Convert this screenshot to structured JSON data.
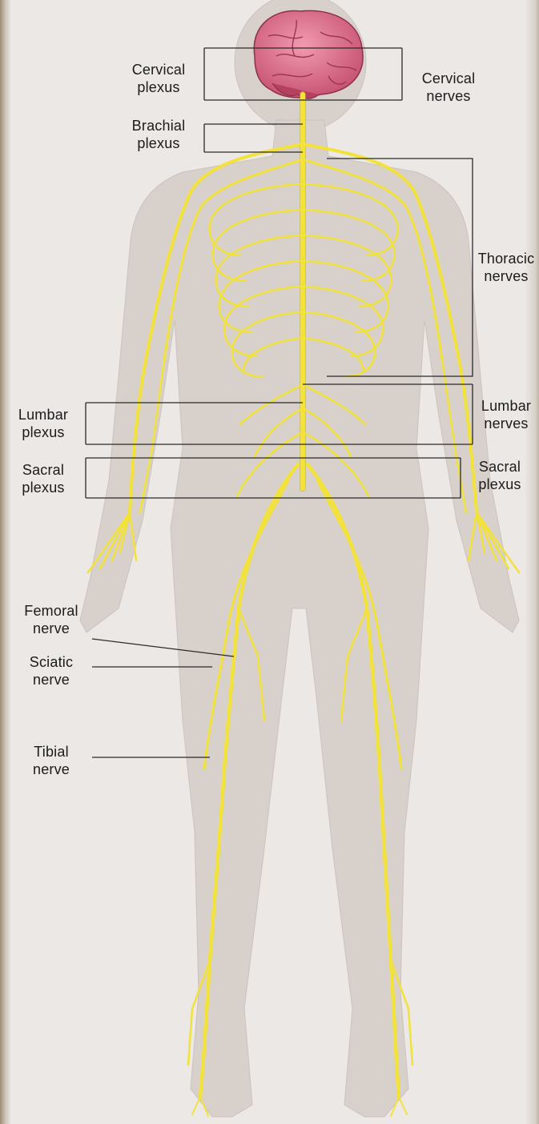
{
  "figure": {
    "labels": {
      "cervical_plexus": [
        "Cervical",
        "plexus"
      ],
      "cervical_nerves": [
        "Cervical",
        "nerves"
      ],
      "brachial_plexus": [
        "Brachial",
        "plexus"
      ],
      "thoracic_nerves": [
        "Thoracic",
        "nerves"
      ],
      "lumbar_plexus": [
        "Lumbar",
        "plexus"
      ],
      "lumbar_nerves": [
        "Lumbar",
        "nerves"
      ],
      "sacral_plexus_left": [
        "Sacral",
        "plexus"
      ],
      "sacral_plexus_right": [
        "Sacral",
        "plexus"
      ],
      "femoral_nerve": [
        "Femoral",
        "nerve"
      ],
      "sciatic_nerve": [
        "Sciatic",
        "nerve"
      ],
      "tibial_nerve": [
        "Tibial",
        "nerve"
      ]
    },
    "colors": {
      "nerve": "#f2e23a",
      "nerve_outline": "#c9b320",
      "brain": "#d9637f",
      "body_silhouette": "#d7d0cb",
      "leader_line": "#2a2a2a",
      "label_text": "#1b1b1b",
      "page_background": "#e9e6e3"
    }
  }
}
